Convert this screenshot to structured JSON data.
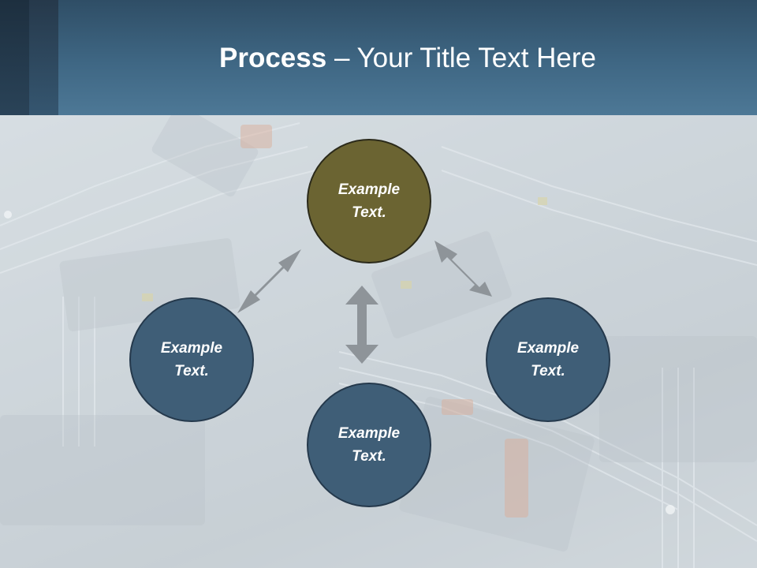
{
  "slide": {
    "title_bold": "Process",
    "title_rest": " – Your Title Text Here"
  },
  "diagram": {
    "nodes": [
      {
        "id": "top",
        "text": "Example Text."
      },
      {
        "id": "left",
        "text": "Example Text."
      },
      {
        "id": "right",
        "text": "Example Text."
      },
      {
        "id": "bottom",
        "text": "Example Text."
      }
    ]
  },
  "colors": {
    "header": "#3f6784",
    "node_top": "#6b6432",
    "node_other": "#3f5e77",
    "arrow": "#8e9499"
  }
}
